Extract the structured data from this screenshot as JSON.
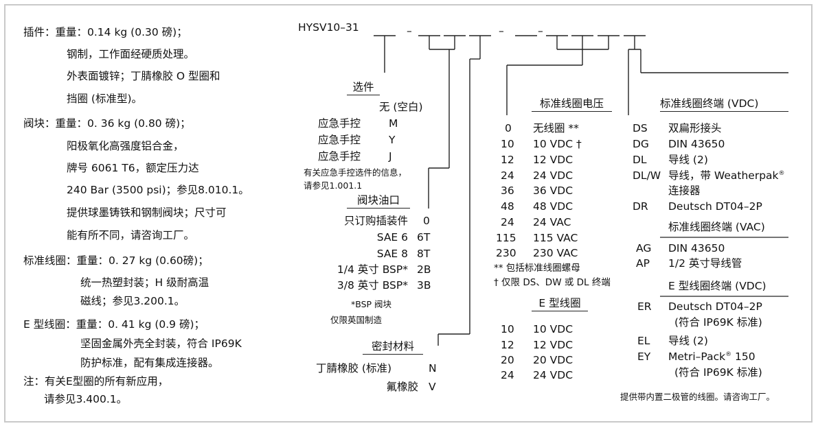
{
  "left": {
    "insert_l1": "插件：重量：0.14 kg (0.30 磅)；",
    "insert_l2": "钢制，工作面经硬质处理。",
    "insert_l3": "外表面镀锌；丁腈橡胶 O 型圈和",
    "insert_l4": "挡圈 (标准型)。",
    "body_l1": "阀块：重量：0. 36 kg (0.80 磅)；",
    "body_l2": "阳极氧化高强度铝合金，",
    "body_l3": "牌号 6061 T6，额定压力达",
    "body_l4": "240 Bar (3500 psi)；参见8.010.1。",
    "body_l5": "提供球墨铸铁和钢制阀块；尺寸可",
    "body_l6": "能有所不同，请咨询工厂。",
    "coil_l1": "标准线圈：重量：0. 27 kg (0.60磅)；",
    "coil_l2": "统一热塑封装；H 级耐高温",
    "coil_l3": "磁线；参见3.200.1。",
    "ecoil_l1": "E 型线圈：重量：0. 41 kg (0.9 磅)；",
    "ecoil_l2": "坚固金属外壳全封装，符合 IP69K",
    "ecoil_l3": "防护标准，配有集成连接器。",
    "note_l1": "注：有关E型圈的所有新应用，",
    "note_l2": "请参见3.400.1。"
  },
  "model": {
    "code": "HYSV10–31",
    "dash1": "–",
    "dash2": "–",
    "dash3": "–"
  },
  "options": {
    "title": "选件",
    "rows": [
      {
        "label": "无 (空白)",
        "code": ""
      },
      {
        "label": "应急手控",
        "code": "M"
      },
      {
        "label": "应急手控",
        "code": "Y"
      },
      {
        "label": "应急手控",
        "code": "J"
      }
    ],
    "note1": "有关应急手控选件的信息，",
    "note2": "请参见1.001.1"
  },
  "ports": {
    "title": "阀块油口",
    "rows": [
      {
        "label": "只订购插装件",
        "code": "0"
      },
      {
        "label": "SAE 6",
        "code": "6T"
      },
      {
        "label": "SAE 8",
        "code": "8T"
      },
      {
        "label": "1/4 英寸 BSP*",
        "code": "2B"
      },
      {
        "label": "3/8 英寸 BSP*",
        "code": "3B"
      }
    ],
    "note1": "*BSP 阀块",
    "note2": "仅限英国制造"
  },
  "seals": {
    "title": "密封材料",
    "rows": [
      {
        "label": "丁腈橡胶 (标准)",
        "code": "N"
      },
      {
        "label": "氟橡胶",
        "code": "V"
      }
    ]
  },
  "std_voltage": {
    "title": "标准线圈电压",
    "rows": [
      {
        "code": "0",
        "label": "无线圈 **"
      },
      {
        "code": "10",
        "label": "10 VDC †"
      },
      {
        "code": "12",
        "label": "12 VDC"
      },
      {
        "code": "24",
        "label": "24 VDC"
      },
      {
        "code": "36",
        "label": "36 VDC"
      },
      {
        "code": "48",
        "label": "48 VDC"
      },
      {
        "code": "24",
        "label": "24 VAC"
      },
      {
        "code": "115",
        "label": "115 VAC"
      },
      {
        "code": "230",
        "label": "230 VAC"
      }
    ],
    "note1": "** 包括标准线圈螺母",
    "note2": "† 仅限 DS、DW 或 DL 终端"
  },
  "e_voltage": {
    "title": "E 型线圈",
    "rows": [
      {
        "code": "10",
        "label": "10 VDC"
      },
      {
        "code": "12",
        "label": "12 VDC"
      },
      {
        "code": "20",
        "label": "20 VDC"
      },
      {
        "code": "24",
        "label": "24 VDC"
      }
    ]
  },
  "term_vdc": {
    "title": "标准线圈终端 (VDC)",
    "ds_code": "DS",
    "ds_label": "双扁形接头",
    "dg_code": "DG",
    "dg_label": "DIN 43650",
    "dl_code": "DL",
    "dl_label": "导线 (2)",
    "dlw_code": "DL/W",
    "dlw_label": "导线，带 Weatherpak",
    "dlw_reg": "®",
    "dlw_label2": "连接器",
    "dr_code": "DR",
    "dr_label": "Deutsch DT04–2P"
  },
  "term_vac": {
    "title": "标准线圈终端 (VAC)",
    "ag_code": "AG",
    "ag_label": "DIN 43650",
    "ap_code": "AP",
    "ap_label": "1/2 英寸导线管"
  },
  "term_e": {
    "title": "E 型线圈终端 (VDC)",
    "er_code": "ER",
    "er_label": "Deutsch DT04–2P",
    "er_label2": "(符合 IP69K 标准)",
    "el_code": "EL",
    "el_label": "导线 (2)",
    "ey_code": "EY",
    "ey_label": "Metri–Pack",
    "ey_reg": "®",
    "ey_label_b": " 150",
    "ey_label2": "(符合 IP69K 标准)"
  },
  "footer_note": "提供带内置二极管的线圈。请咨询工厂。"
}
